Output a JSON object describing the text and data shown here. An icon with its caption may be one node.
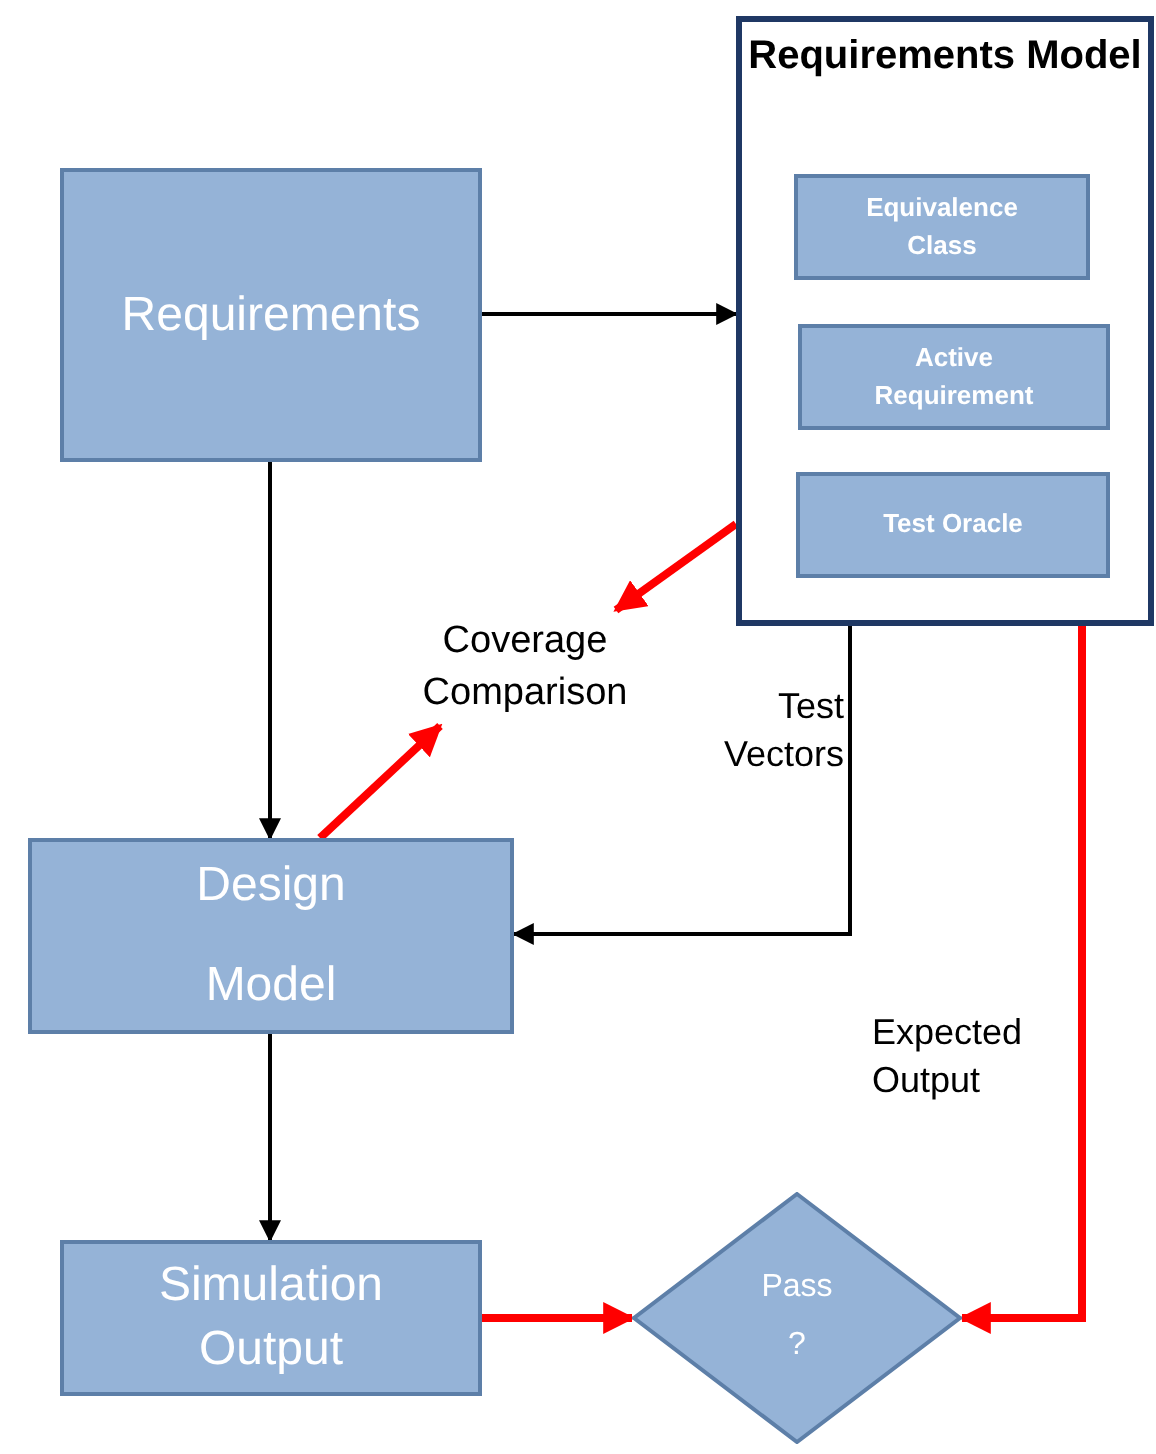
{
  "diagram": {
    "nodes": [
      {
        "text": [
          "Requirements"
        ]
      },
      {
        "text": [
          "Requirements Model"
        ]
      },
      {
        "text": [
          "Equivalence Class"
        ],
        "in": 1
      },
      {
        "text": [
          "Active Requirement"
        ],
        "in": 1
      },
      {
        "text": [
          "Test Oracle"
        ],
        "in": 1
      },
      {
        "text": [
          "Coverage Comparison"
        ]
      },
      {
        "text": [
          "Design Model"
        ]
      },
      {
        "text": [
          "Simulation Output"
        ]
      },
      {
        "text": [
          "Pass ?"
        ]
      }
    ],
    "edges": [
      {
        "from": 0,
        "to": 1,
        "arrow": "to"
      },
      {
        "from": 0,
        "to": 6,
        "arrow": "to"
      },
      {
        "from": 1,
        "to": 5,
        "arrow": "to",
        "style": "thick",
        "color": "#ff0000"
      },
      {
        "from": 6,
        "to": 5,
        "arrow": "to",
        "style": "thick",
        "color": "#ff0000"
      },
      {
        "from": 1,
        "to": 6,
        "arrow": "to",
        "label": "Test Vectors"
      },
      {
        "from": 6,
        "to": 7,
        "arrow": "to"
      },
      {
        "from": 7,
        "to": 8,
        "arrow": "to",
        "style": "thick",
        "color": "#ff0000"
      },
      {
        "from": 1,
        "to": 8,
        "arrow": "to",
        "label": "Expected Output",
        "style": "thick",
        "color": "#ff0000"
      }
    ]
  }
}
